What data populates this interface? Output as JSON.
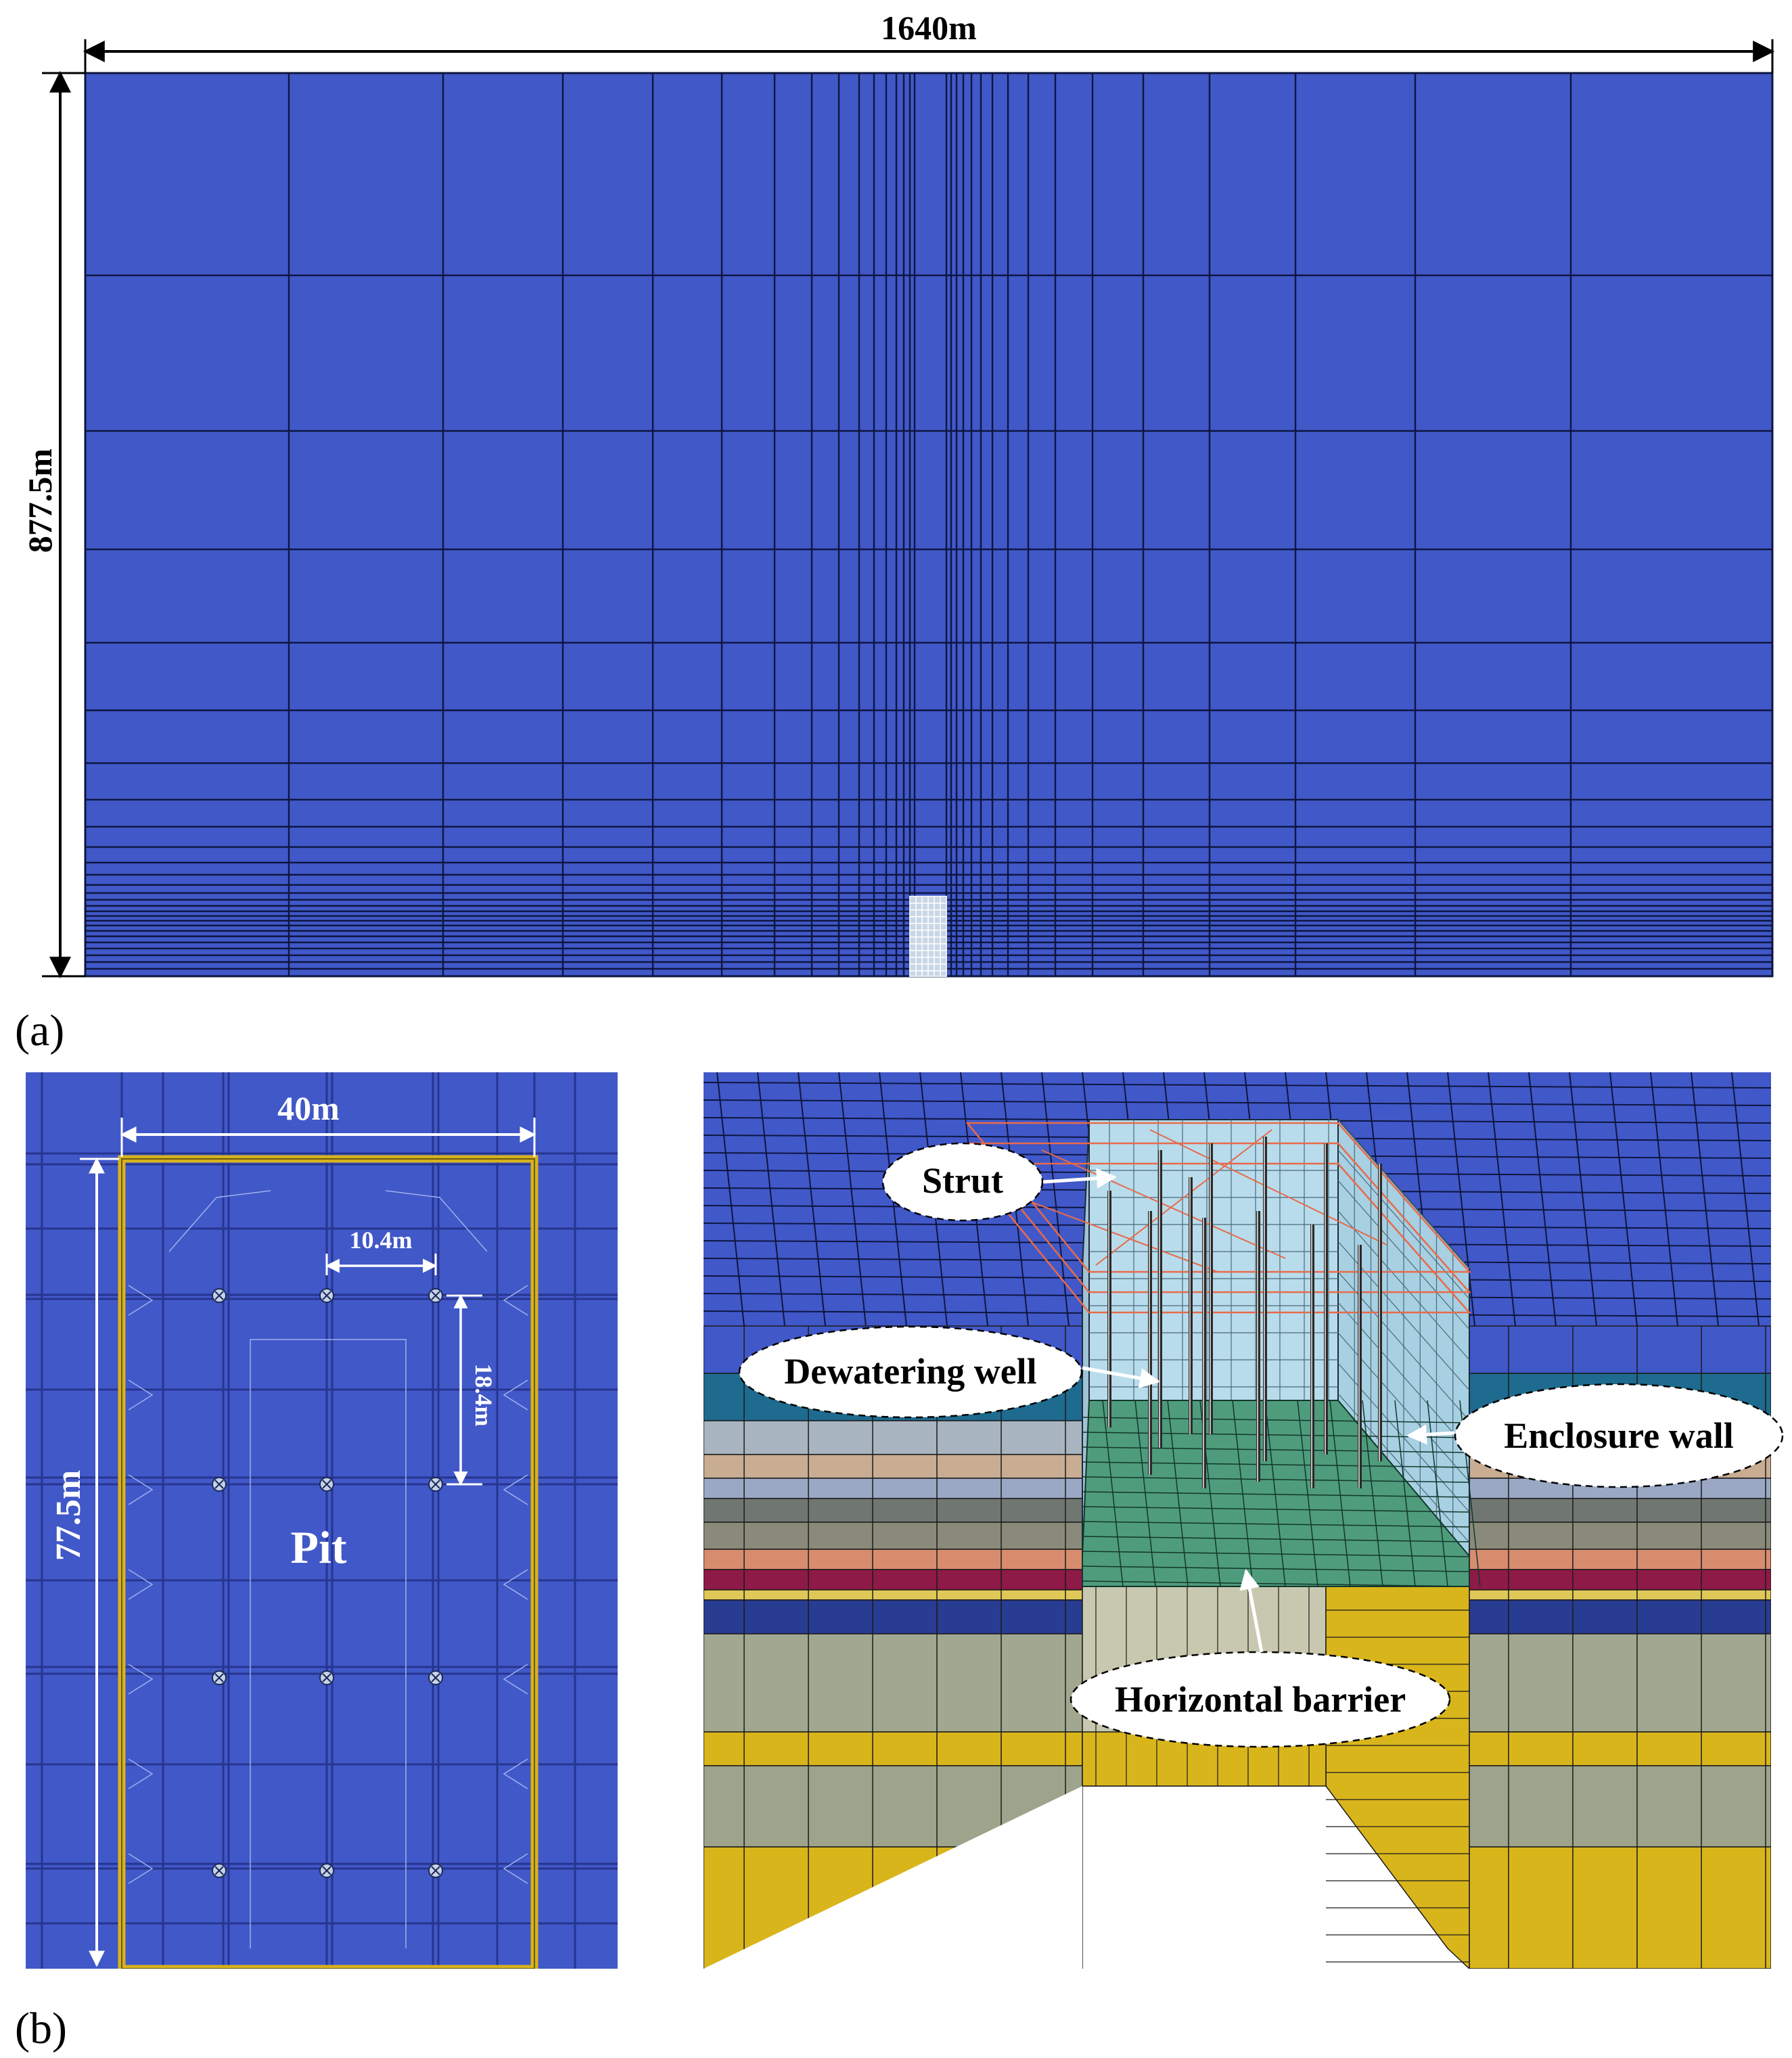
{
  "panel_a": {
    "label": "(a)",
    "width_dim": "1640m",
    "height_dim": "877.5m"
  },
  "panel_b": {
    "label": "(b)",
    "plan": {
      "width_dim": "40m",
      "length_dim": "77.5m",
      "well_spacing_x": "10.4m",
      "well_spacing_y": "18.4m",
      "pit_label": "Pit"
    },
    "model3d": {
      "callouts": {
        "strut": "Strut",
        "dewatering_well": "Dewatering well",
        "enclosure_wall": "Enclosure wall",
        "horizontal_barrier": "Horizontal barrier"
      }
    }
  },
  "colors": {
    "mesh_blue": "#4158c8",
    "mesh_line": "#0d1640",
    "wall_yellow": "#d7b21c",
    "barrier_green": "#4e9c7c",
    "pit_wall": "#b8dcec",
    "strut_red": "#e86a4a"
  }
}
